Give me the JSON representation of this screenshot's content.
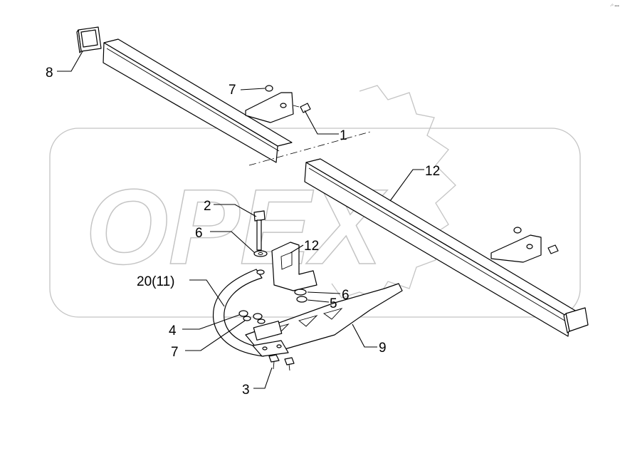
{
  "watermark": {
    "text": "OPEX"
  },
  "corner_mark": "◦⁰ ▪▪▪",
  "callouts": [
    {
      "id": "c8",
      "label": "8"
    },
    {
      "id": "c7a",
      "label": "7"
    },
    {
      "id": "c1",
      "label": "1"
    },
    {
      "id": "c12a",
      "label": "12"
    },
    {
      "id": "c2",
      "label": "2"
    },
    {
      "id": "c6a",
      "label": "6"
    },
    {
      "id": "c12b",
      "label": "12"
    },
    {
      "id": "c20",
      "label": "20(11)"
    },
    {
      "id": "c6b",
      "label": "6"
    },
    {
      "id": "c5",
      "label": "5"
    },
    {
      "id": "c4",
      "label": "4"
    },
    {
      "id": "c9",
      "label": "9"
    },
    {
      "id": "c7b",
      "label": "7"
    },
    {
      "id": "c3",
      "label": "3"
    }
  ]
}
